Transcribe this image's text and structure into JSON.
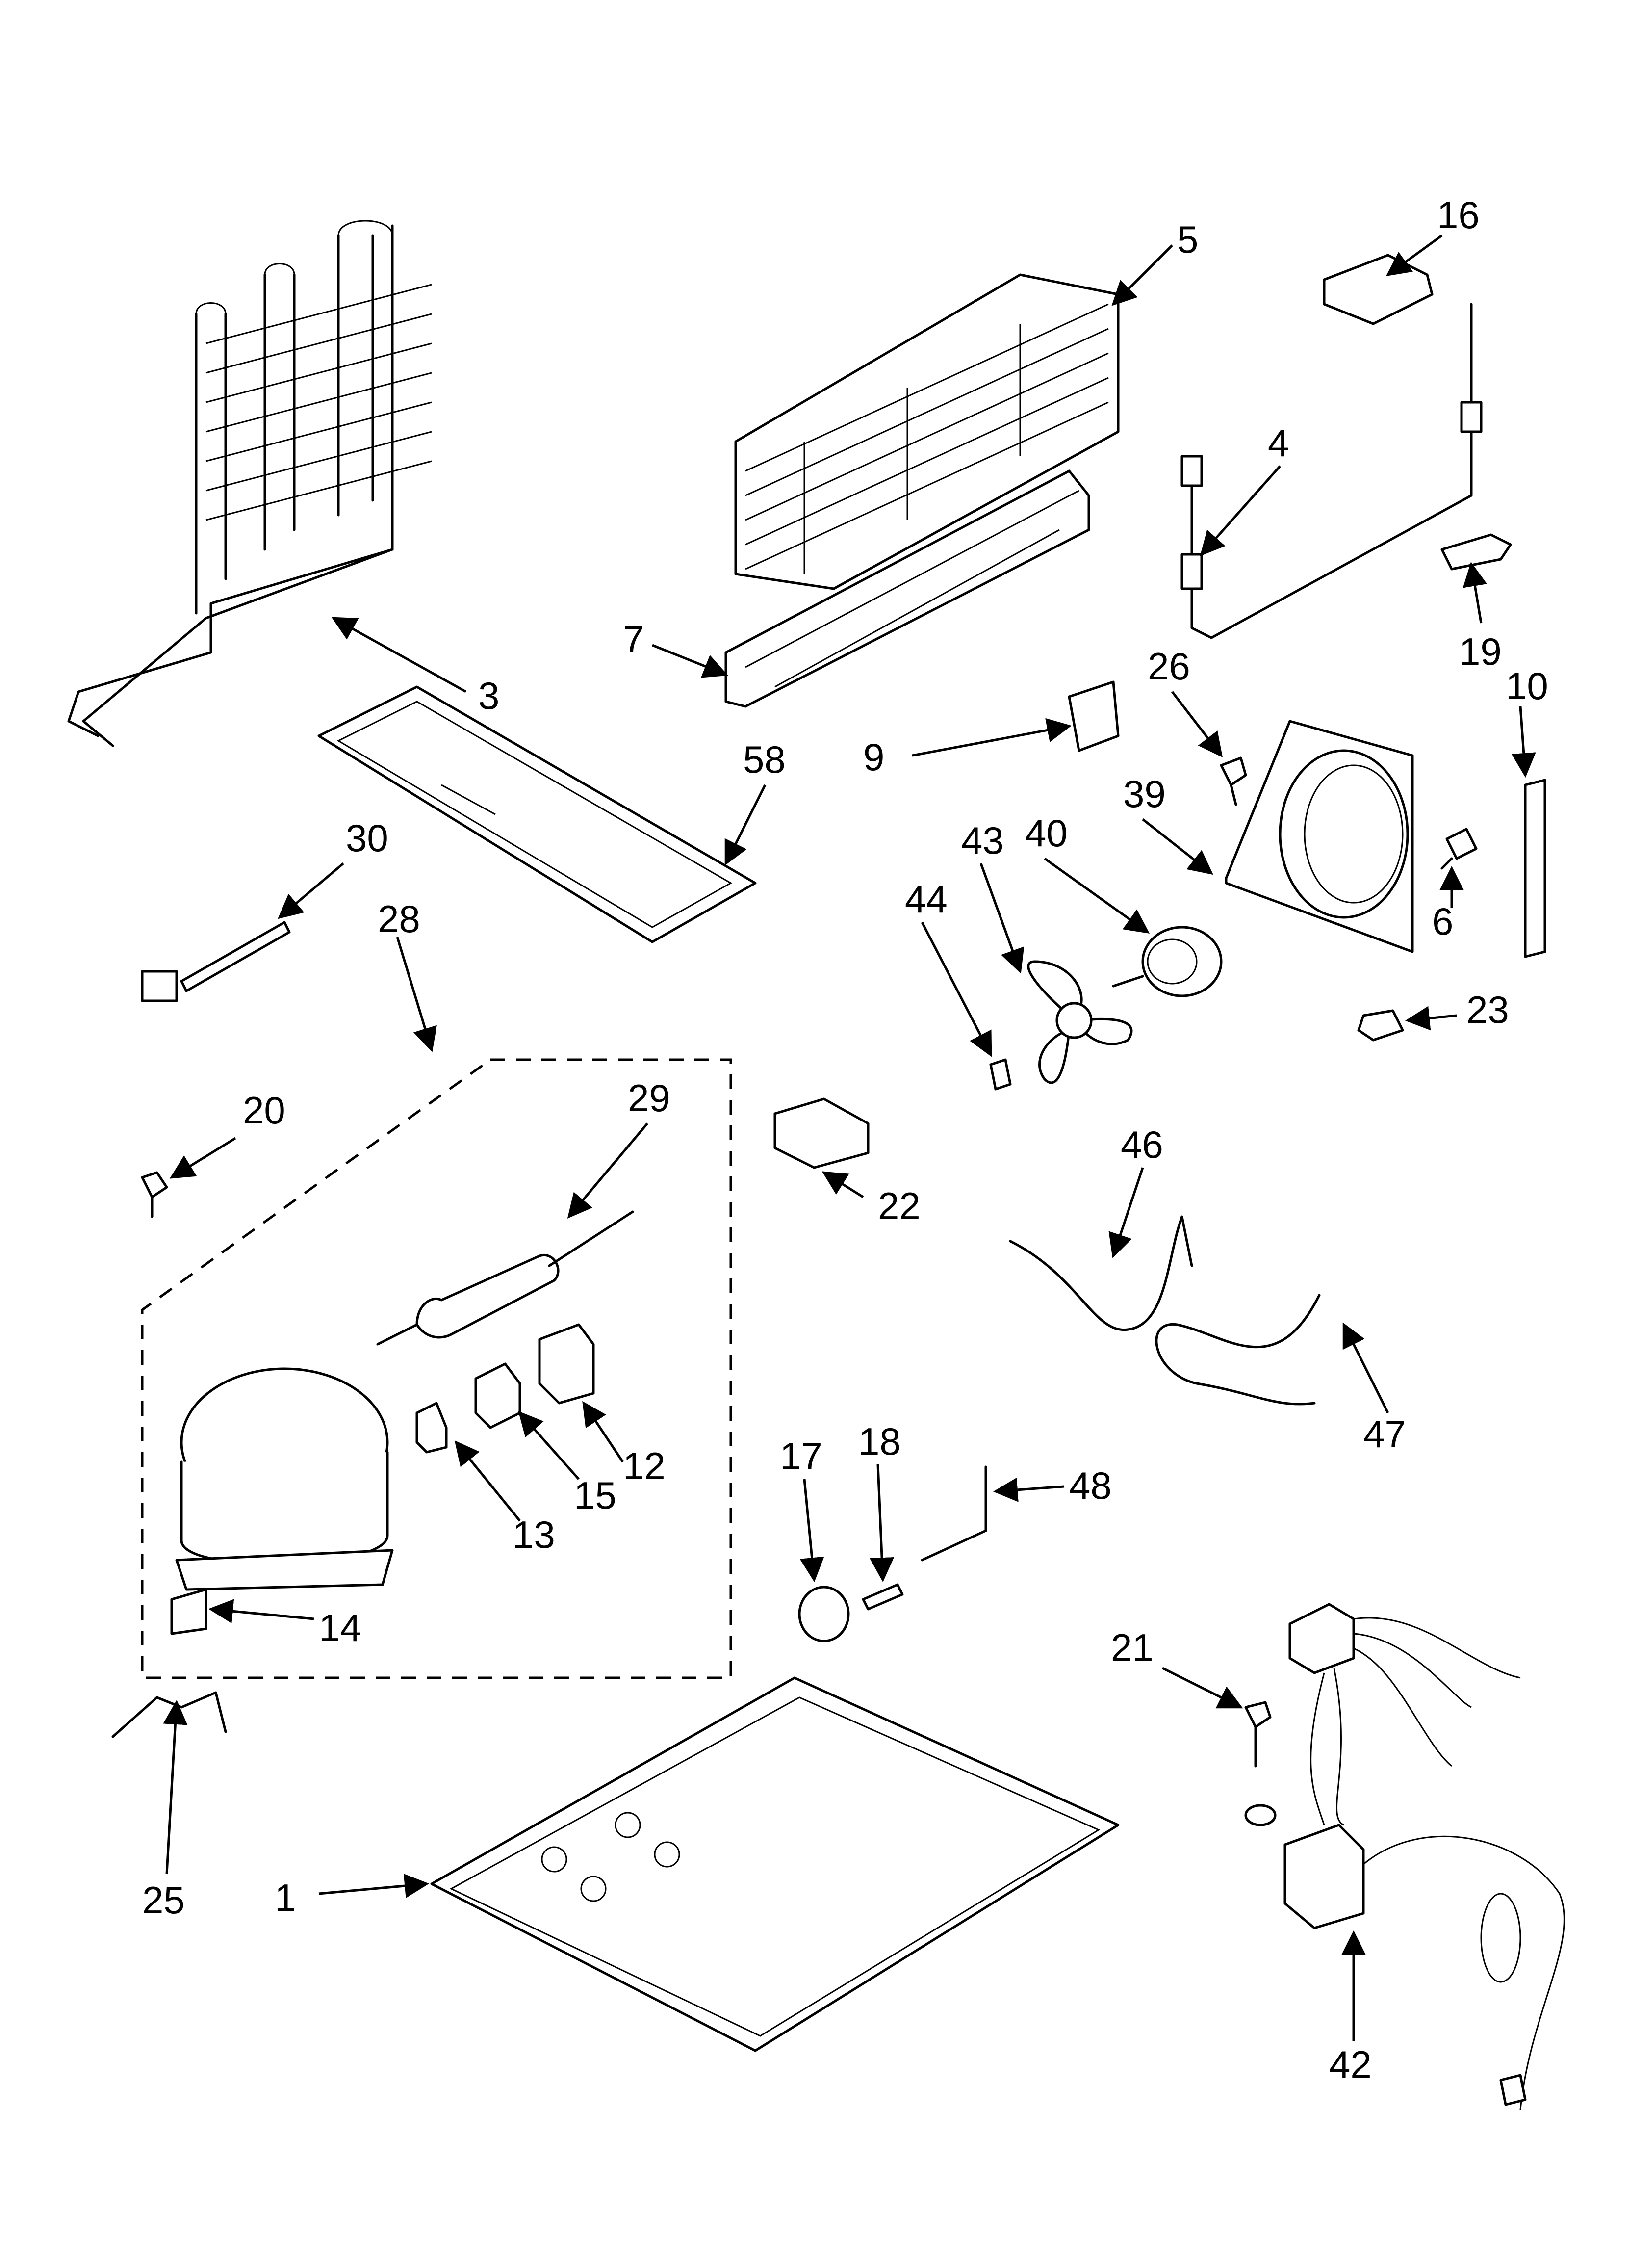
{
  "callouts": [
    "1",
    "3",
    "4",
    "5",
    "6",
    "7",
    "9",
    "10",
    "12",
    "13",
    "14",
    "15",
    "16",
    "17",
    "18",
    "19",
    "20",
    "21",
    "22",
    "23",
    "25",
    "26",
    "28",
    "29",
    "30",
    "39",
    "40",
    "42",
    "43",
    "44",
    "46",
    "47",
    "48",
    "58"
  ]
}
